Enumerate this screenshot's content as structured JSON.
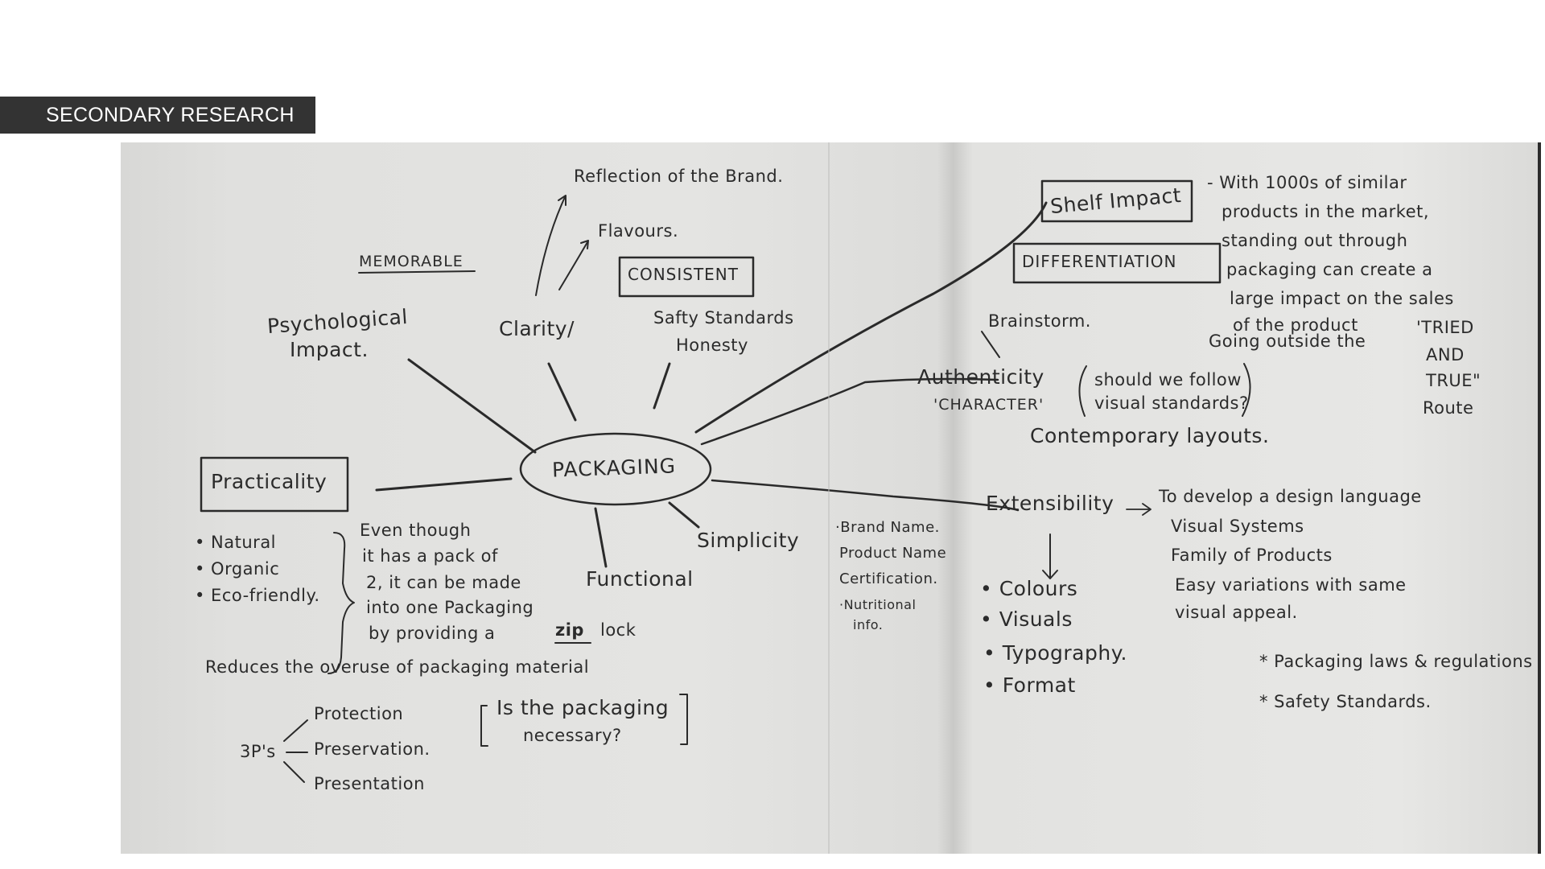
{
  "header": {
    "title": "SECONDARY RESEARCH"
  },
  "mindmap": {
    "center": "PACKAGING",
    "memorable": "MEMORABLE",
    "psychological": [
      "Psychological",
      "Impact."
    ],
    "clarity": "Clarity/",
    "reflection": "Reflection of the Brand.",
    "flavours": "Flavours.",
    "consistent": "CONSISTENT",
    "safety_honesty": [
      "Safty Standards",
      "Honesty"
    ],
    "practicality": "Practicality",
    "practicality_bullets": [
      "• Natural",
      "• Organic",
      "• Eco-friendly."
    ],
    "pack_note": [
      "Even though",
      "it has a pack of",
      "2, it can be made",
      "into one Packaging",
      "by providing a",
      "zip",
      "lock"
    ],
    "functional": "Functional",
    "simplicity": "Simplicity",
    "reduces": "Reduces the overuse of packaging material",
    "three_ps_label": "3P's",
    "three_ps": [
      "Protection",
      "Preservation.",
      "Presentation"
    ],
    "question": [
      "Is the packaging",
      "necessary?"
    ],
    "shelf_impact": "Shelf Impact",
    "shelf_note": [
      "- With 1000s of similar",
      "products in the market,",
      "standing out through",
      "packaging can create a",
      "large impact on the sales",
      "of the product"
    ],
    "differentiation": "DIFFERENTIATION",
    "brainstorm": "Brainstorm.",
    "authenticity": "Authenticity",
    "character": "'CHARACTER'",
    "visual_standards": [
      "should we follow",
      "visual standards?"
    ],
    "going_outside": "Going outside the",
    "tried_true": [
      "'TRIED",
      "AND",
      "TRUE\"",
      "Route"
    ],
    "contemporary": "Contemporary layouts.",
    "extensibility": "Extensibility",
    "design_language": [
      "To develop a design language",
      "Visual Systems",
      "Family of Products",
      "Easy variations with same",
      "visual appeal."
    ],
    "brand_info": [
      "·Brand Name.",
      "Product Name",
      "Certification.",
      "·Nutritional",
      "info."
    ],
    "ext_list": [
      "• Colours",
      "• Visuals",
      "• Typography.",
      "• Format"
    ],
    "laws": [
      "* Packaging laws & regulations",
      "* Safety Standards."
    ]
  }
}
